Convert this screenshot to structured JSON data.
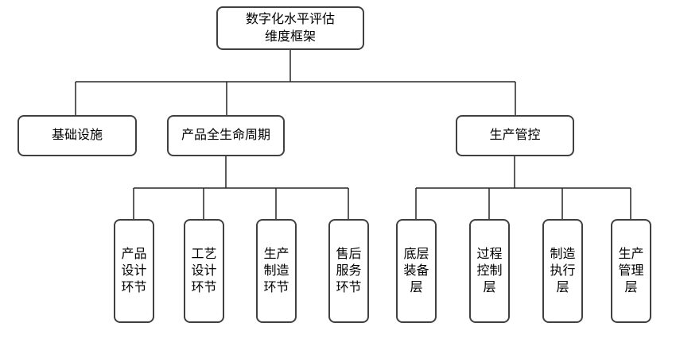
{
  "diagram": {
    "root": {
      "label": "数字化水平评估\n维度框架"
    },
    "level2": {
      "infrastructure": {
        "label": "基础设施"
      },
      "lifecycle": {
        "label": "产品全生命周期"
      },
      "production": {
        "label": "生产管控"
      }
    },
    "lifecycle_children": [
      {
        "label": "产品\n设计\n环节"
      },
      {
        "label": "工艺\n设计\n环节"
      },
      {
        "label": "生产\n制造\n环节"
      },
      {
        "label": "售后\n服务\n环节"
      }
    ],
    "production_children": [
      {
        "label": "底层\n装备\n层"
      },
      {
        "label": "过程\n控制\n层"
      },
      {
        "label": "制造\n执行\n层"
      },
      {
        "label": "生产\n管理\n层"
      }
    ]
  },
  "colors": {
    "background": "#ffffff",
    "border": "#404040",
    "line": "#262626",
    "text": "#000000"
  }
}
